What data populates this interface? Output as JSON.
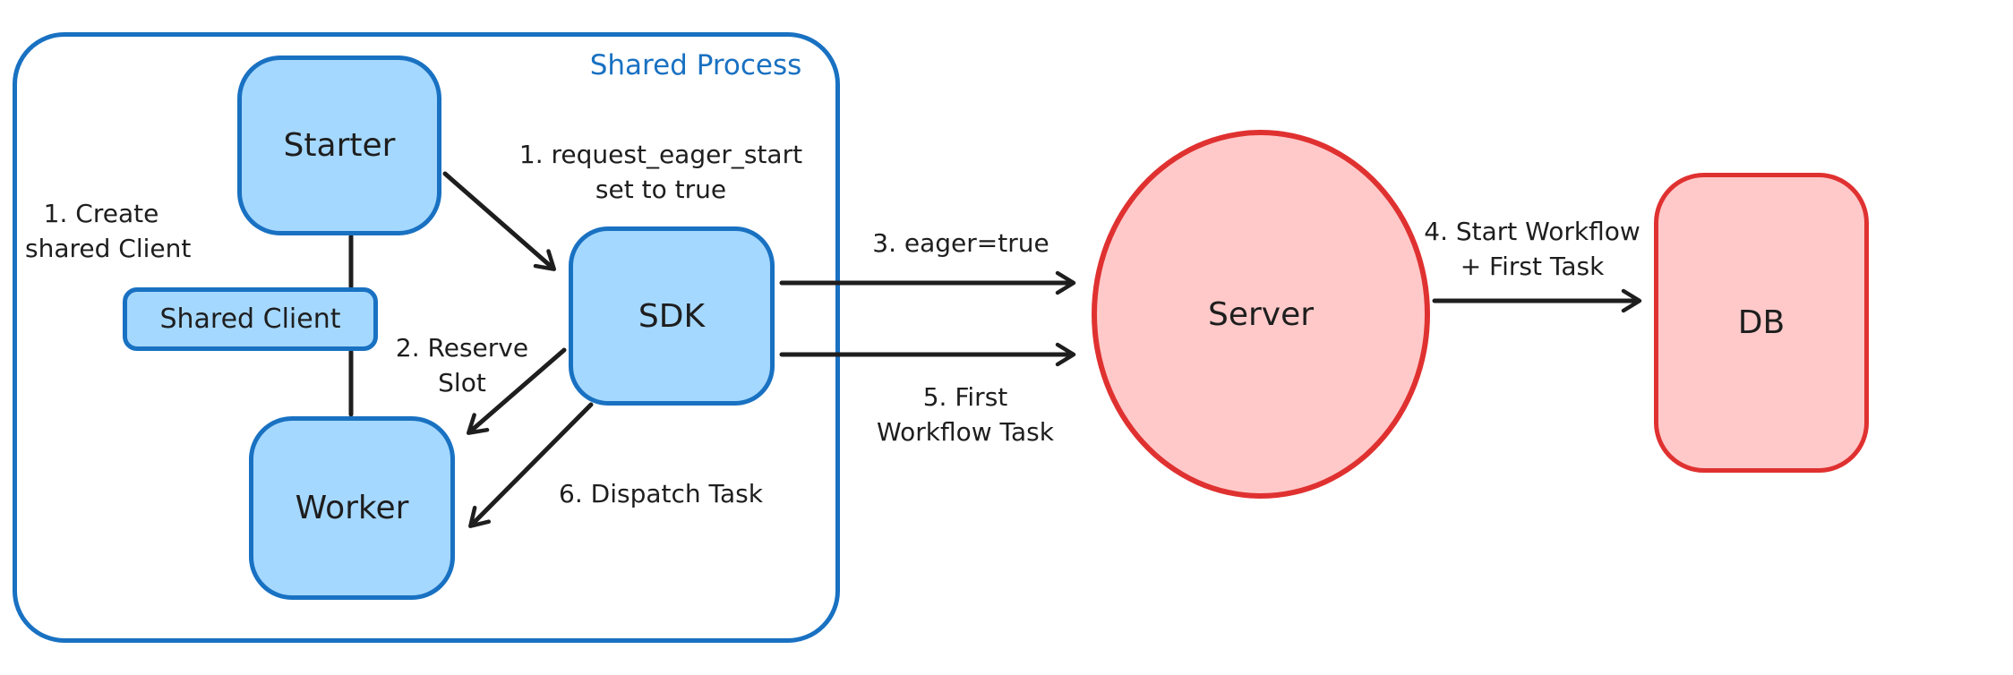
{
  "diagram": {
    "background": "#ffffff",
    "colors": {
      "blue_stroke": "#1971c2",
      "blue_fill": "#a5d8ff",
      "red_stroke": "#e03131",
      "red_fill": "#ffc9c9",
      "text": "#1e1e1e"
    },
    "container": {
      "title": "Shared Process"
    },
    "nodes": [
      {
        "id": "starter",
        "label": "Starter",
        "shape": "rounded-rect",
        "theme": "blue"
      },
      {
        "id": "shared-client",
        "label": "Shared Client",
        "shape": "rounded-rect",
        "theme": "blue"
      },
      {
        "id": "worker",
        "label": "Worker",
        "shape": "rounded-rect",
        "theme": "blue"
      },
      {
        "id": "sdk",
        "label": "SDK",
        "shape": "rounded-rect",
        "theme": "blue"
      },
      {
        "id": "server",
        "label": "Server",
        "shape": "ellipse",
        "theme": "red"
      },
      {
        "id": "db",
        "label": "DB",
        "shape": "rounded-rect",
        "theme": "red"
      }
    ],
    "edges": [
      {
        "id": "starter-to-shared-client",
        "from": "starter",
        "to": "shared-client",
        "arrowhead": false,
        "label_line1": "1. Create",
        "label_line2": "shared Client"
      },
      {
        "id": "shared-client-to-worker",
        "from": "shared-client",
        "to": "worker",
        "arrowhead": false
      },
      {
        "id": "starter-to-sdk",
        "from": "starter",
        "to": "sdk",
        "arrowhead": true,
        "label_line1": "1. request_eager_start",
        "label_line2": "set to true"
      },
      {
        "id": "sdk-to-worker-reserve",
        "from": "sdk",
        "to": "worker",
        "arrowhead": true,
        "label_line1": "2. Reserve",
        "label_line2": "Slot"
      },
      {
        "id": "sdk-to-server-eager",
        "from": "sdk",
        "to": "server",
        "arrowhead": true,
        "label_line1": "3. eager=true"
      },
      {
        "id": "server-to-db",
        "from": "server",
        "to": "db",
        "arrowhead": true,
        "label_line1": "4. Start Workflow",
        "label_line2": "+ First Task"
      },
      {
        "id": "sdk-to-server-first-task",
        "from": "sdk",
        "to": "server",
        "arrowhead": true,
        "label_line1": "5. First",
        "label_line2": "Workflow Task"
      },
      {
        "id": "sdk-to-worker-dispatch",
        "from": "sdk",
        "to": "worker",
        "arrowhead": true,
        "label_line1": "6. Dispatch Task"
      }
    ]
  }
}
